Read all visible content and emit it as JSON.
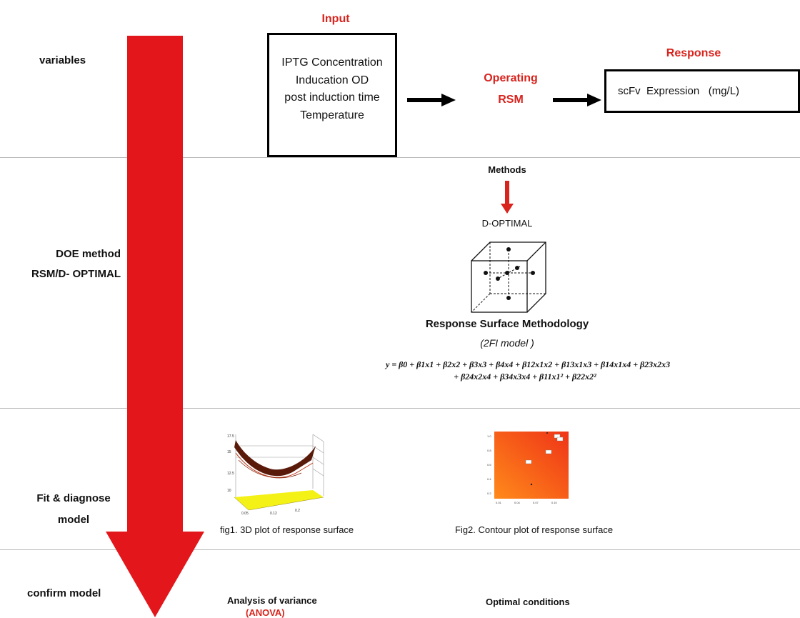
{
  "stages": {
    "variables": "variables",
    "doe_line1": "DOE method",
    "doe_line2": "RSM/D- OPTIMAL",
    "fit_line1": "Fit & diagnose",
    "fit_line2": "model",
    "confirm": "confirm model"
  },
  "input": {
    "title": "Input",
    "lines": [
      "IPTG Concentration",
      "Inducation  OD",
      "post induction time",
      "Temperature"
    ]
  },
  "operating": {
    "line1": "Operating",
    "line2": "RSM"
  },
  "response": {
    "title": "Response",
    "text": "scFv  Expression   (mg/L)"
  },
  "methods": {
    "title": "Methods",
    "design": "D-OPTIMAL",
    "rsm_title": "Response Surface Methodology",
    "model": "(2FI model )",
    "formula_line1": "y = β0 + β1x1 + β2x2 + β3x3 + β4x4 + β12x1x2 + β13x1x3 + β14x1x4 + β23x2x3",
    "formula_line2": "+ β24x2x4 + β34x3x4 + β11x1² + β22x2²"
  },
  "fit": {
    "fig1_caption": "fig1. 3D plot of  response  surface",
    "fig2_caption": "Fig2. Contour plot of response  surface"
  },
  "confirm": {
    "anova_title": "Analysis of variance",
    "anova_sub": "(ANOVA)",
    "optimal": "Optimal conditions"
  },
  "colors": {
    "accent_red": "#d9231d",
    "arrow_red": "#e3171b",
    "divider": "#b9b9b9"
  }
}
